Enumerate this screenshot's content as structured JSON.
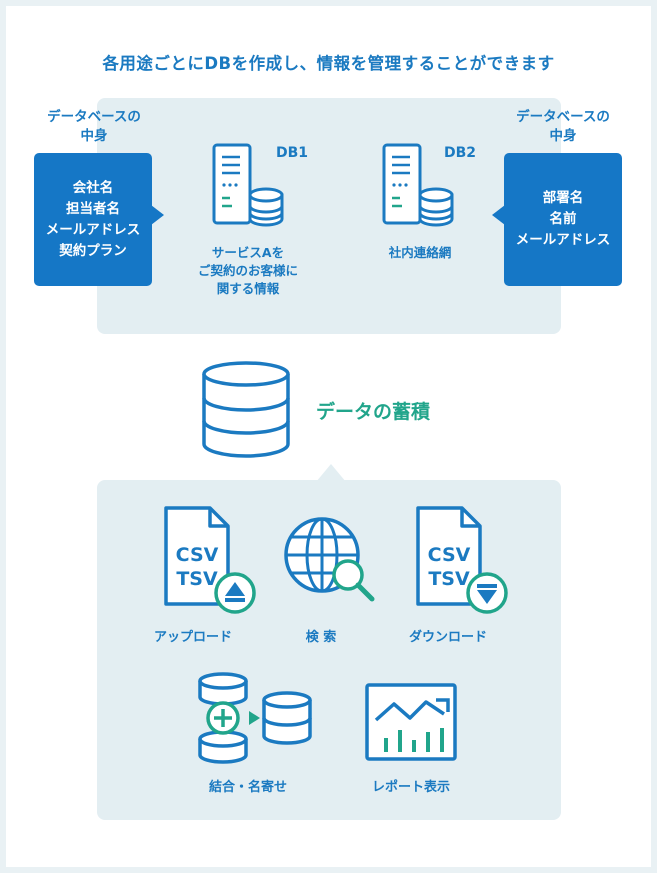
{
  "header": {
    "title": "各用途ごとにDBを作成し、情報を管理することができます"
  },
  "left": {
    "label": [
      "データベースの",
      "中身"
    ],
    "items": [
      "会社名",
      "担当者名",
      "メールアドレス",
      "契約プラン"
    ]
  },
  "right": {
    "label": [
      "データベースの",
      "中身"
    ],
    "items": [
      "部署名",
      "名前",
      "メールアドレス"
    ]
  },
  "db1": {
    "name": "DB1",
    "caption": [
      "サービスAを",
      "ご契約のお客様に",
      "関する情報"
    ]
  },
  "db2": {
    "name": "DB2",
    "caption": [
      "社内連絡網"
    ]
  },
  "accumulation": {
    "label": "データの蓄積"
  },
  "features": {
    "upload": {
      "file_lines": [
        "CSV",
        "TSV"
      ],
      "label": "アップロード"
    },
    "search": {
      "label": "検 索"
    },
    "download": {
      "file_lines": [
        "CSV",
        "TSV"
      ],
      "label": "ダウンロード"
    },
    "merge": {
      "label": "結合・名寄せ"
    },
    "report": {
      "label": "レポート表示"
    }
  },
  "colors": {
    "blue": "#1577c6",
    "text_blue": "#1b7ac1",
    "green": "#21a58b",
    "panel": "#e3eef2"
  }
}
